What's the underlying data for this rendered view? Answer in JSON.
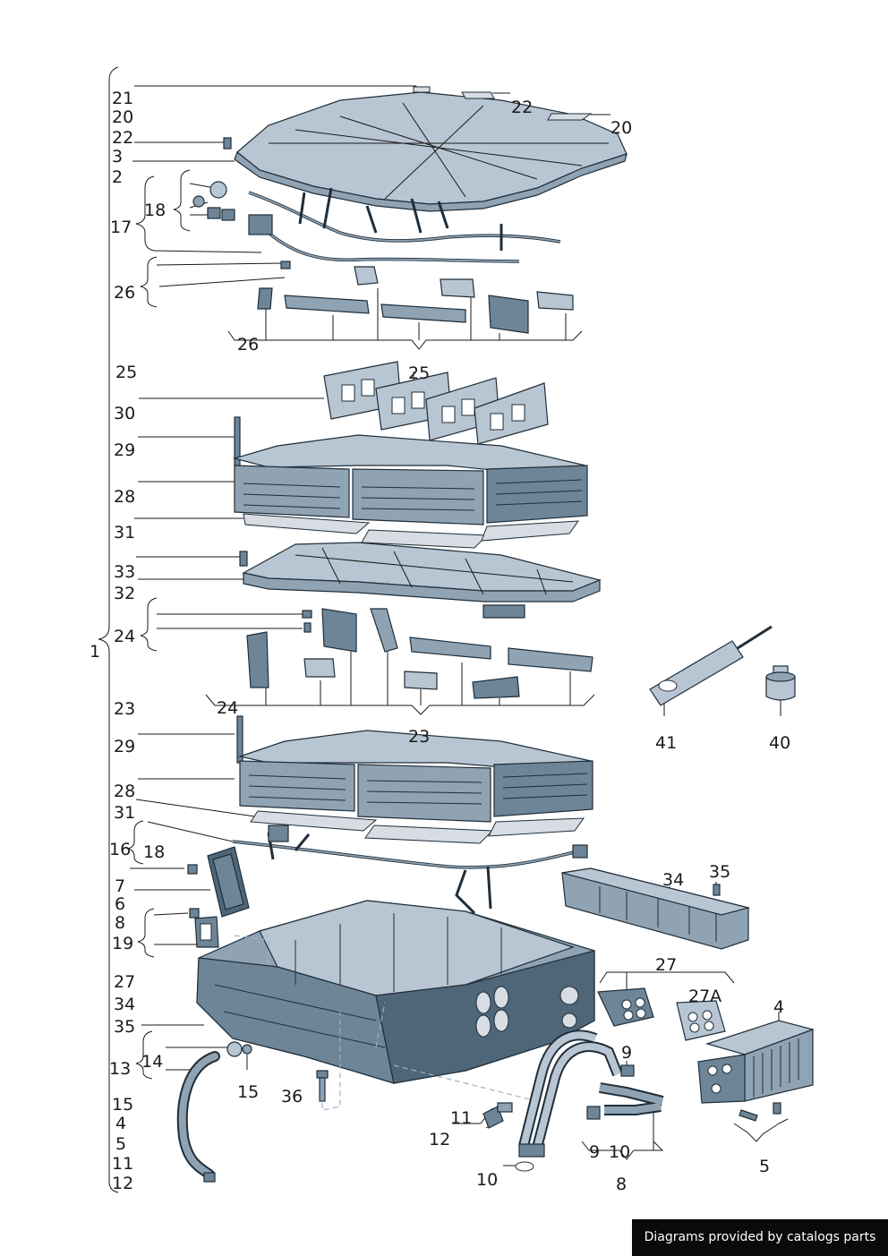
{
  "labels": {
    "L21": "21",
    "L20a": "20",
    "L22a": "22",
    "L3": "3",
    "L2": "2",
    "L18a": "18",
    "L17": "17",
    "L26a": "26",
    "L26b": "26",
    "L22b": "22",
    "L20b": "20",
    "L25a": "25",
    "L25b": "25",
    "L30": "30",
    "L29a": "29",
    "L28a": "28",
    "L31a": "31",
    "L33": "33",
    "L32": "32",
    "L24a": "24",
    "L24b": "24",
    "L1": "1",
    "L23a": "23",
    "L23b": "23",
    "L29b": "29",
    "L28b": "28",
    "L31b": "31",
    "L16": "16",
    "L18b": "18",
    "L7": "7",
    "L6": "6",
    "L8a": "8",
    "L19": "19",
    "L27a": "27",
    "L34a": "34",
    "L35a": "35",
    "L13": "13",
    "L14": "14",
    "L15a": "15",
    "L36": "36",
    "L15b": "15",
    "L4a": "4",
    "L5a": "5",
    "L11a": "11",
    "L12a": "12",
    "L11b": "11",
    "L12b": "12",
    "L10a": "10",
    "L9a": "9",
    "L9b": "9",
    "L10b": "10",
    "L8b": "8",
    "L34b": "34",
    "L35b": "35",
    "L27b": "27",
    "L27A": "27A",
    "L4b": "4",
    "L5b": "5",
    "L41": "41",
    "L40": "40"
  },
  "credit": "Diagrams provided by catalogs parts",
  "colors": {
    "part_light": "#b7c6d2",
    "part_mid": "#8fa3b3",
    "part_dark": "#6d8597",
    "outline": "#1f2e3a"
  }
}
